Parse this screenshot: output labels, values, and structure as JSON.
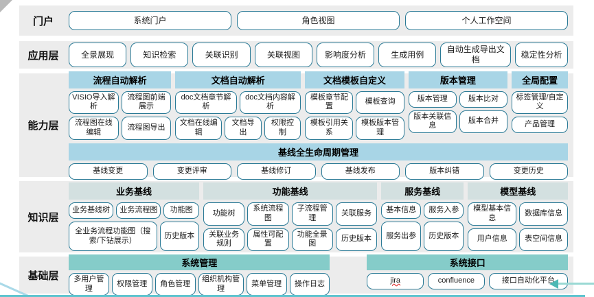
{
  "colors": {
    "band_background": "#ececec",
    "node_border": "#2a7a96",
    "capability_header": "#a8d5e6",
    "knowledge_header": "#d3e0e0",
    "foundation_header": "#85ccc9",
    "bottom_accent": "#5fc4cf",
    "arrow_accent": "#4db8b4"
  },
  "portal": {
    "label": "门户",
    "items": [
      "系统门户",
      "角色视图",
      "个人工作空间"
    ]
  },
  "application": {
    "label": "应用层",
    "items": [
      "全景展现",
      "知识检索",
      "关联识别",
      "关联视图",
      "影响度分析",
      "生成用例",
      "自动生成导出文档",
      "稳定性分析"
    ]
  },
  "capability": {
    "label": "能力层",
    "groups": [
      {
        "header": "流程自动解析",
        "rows": [
          [
            "VISIO导入解析",
            "流程图前端展示"
          ],
          [
            "流程图在线编辑",
            "流程图导出"
          ]
        ]
      },
      {
        "header": "文档自动解析",
        "rows": [
          [
            "doc文档章节解析",
            "doc文档内容解析"
          ],
          [
            "文档在线编辑",
            "文档导出",
            "权限控制"
          ]
        ]
      },
      {
        "header": "文档模板自定义",
        "rows": [
          [
            "模板章节配置",
            "模板查询"
          ],
          [
            "模板引用关系",
            "模板版本管理"
          ]
        ]
      },
      {
        "header": "版本管理",
        "rows": [
          [
            "版本管理",
            "版本比对"
          ],
          [
            "版本关联信息",
            "版本合并"
          ]
        ]
      },
      {
        "header": "全局配置",
        "rows": [
          [
            "标签管理/自定义"
          ],
          [
            "产品管理"
          ]
        ]
      }
    ],
    "baseline": {
      "header": "基线全生命周期管理",
      "items": [
        "基线变更",
        "变更评审",
        "基线修订",
        "基线发布",
        "版本纠错",
        "变更历史"
      ]
    }
  },
  "knowledge": {
    "label": "知识层",
    "groups": [
      {
        "header": "业务基线",
        "rows": [
          [
            "业务基线树",
            "业务流程图",
            "功能图"
          ],
          [
            "全业务流程功能图（搜索/下钻展示）",
            "历史版本"
          ]
        ]
      },
      {
        "header": "功能基线",
        "rows": [
          [
            "功能树",
            "系统流程图",
            "子流程管理",
            "关联服务"
          ],
          [
            "关联业务规则",
            "属性可配置",
            "功能全景图",
            "历史版本"
          ]
        ]
      },
      {
        "header": "服务基线",
        "rows": [
          [
            "基本信息",
            "服务入参"
          ],
          [
            "服务出参",
            "历史版本"
          ]
        ]
      },
      {
        "header": "模型基线",
        "rows": [
          [
            "模型基本信息",
            "数据库信息"
          ],
          [
            "用户信息",
            "表空间信息"
          ]
        ]
      }
    ]
  },
  "foundation": {
    "label": "基础层",
    "groups": [
      {
        "header": "系统管理",
        "items": [
          "多用户管理",
          "权限管理",
          "角色管理",
          "组织机构管理",
          "菜单管理",
          "操作日志"
        ]
      },
      {
        "header": "系统接口",
        "items": [
          "jira",
          "confluence",
          "接口自动化平台"
        ]
      }
    ]
  }
}
